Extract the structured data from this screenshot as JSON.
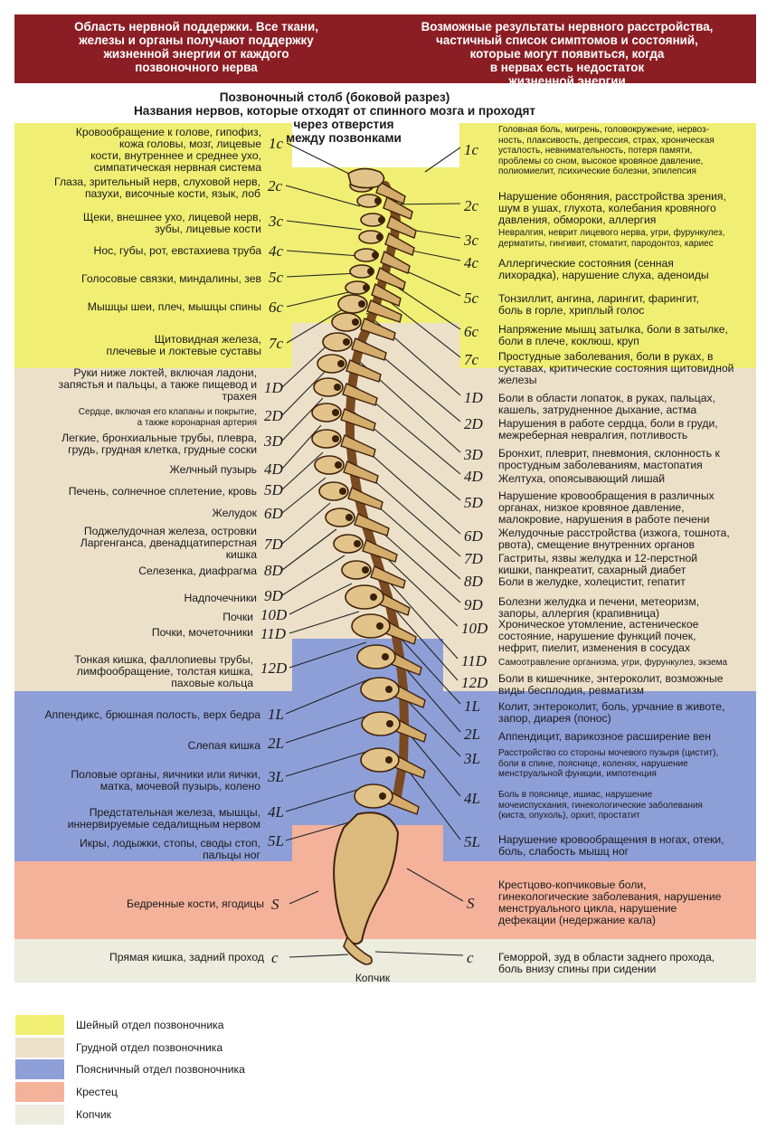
{
  "header": {
    "left_lines": [
      "Область нервной поддержки. Все ткани,",
      "железы и органы получают поддержку",
      "жизненной энергии от каждого",
      "позвоночного нерва"
    ],
    "right_lines": [
      "Возможные результаты нервного расстройства,",
      "частичный список симптомов и состояний,",
      "которые могут появиться, когда",
      "в нервах есть недостаток",
      "жизненной энергии"
    ]
  },
  "title": {
    "line1": "Позвоночный столб (боковой разрез)",
    "line2": "Названия нервов, которые отходят от спинного мозга и проходят",
    "line3": "через отверстия",
    "line4": "между позвонками"
  },
  "colors": {
    "header_bg": "#8b1e24",
    "cervical": "#f0ef73",
    "thoracic": "#ece0c9",
    "lumbar": "#8e9fd8",
    "sacrum": "#f4b29b",
    "coccyx": "#ececdf",
    "bone": "#d9b57a",
    "bone_dark": "#4a2a10"
  },
  "left_labels": [
    {
      "text": [
        "Кровообращение к голове, гипофиз,",
        "кожа головы, мозг, лицевые",
        "кости, внутреннее и среднее ухо,",
        "симпатическая нервная система"
      ],
      "code": "1c"
    },
    {
      "text": [
        "Глаза, зрительный нерв, слуховой нерв,",
        "пазухи, височные кости, язык, лоб"
      ],
      "code": "2c"
    },
    {
      "text": [
        "Щеки, внешнее ухо, лицевой нерв,",
        "зубы, лицевые кости"
      ],
      "code": "3c"
    },
    {
      "text": [
        "Нос, губы, рот, евстахиева труба"
      ],
      "code": "4c"
    },
    {
      "text": [
        "Голосовые связки, миндалины, зев"
      ],
      "code": "5c"
    },
    {
      "text": [
        "Мышцы шеи, плеч, мышцы спины"
      ],
      "code": "6c"
    },
    {
      "text": [
        "Щитовидная железа,",
        "плечевые и локтевые суставы"
      ],
      "code": "7c"
    },
    {
      "text": [
        "Руки ниже локтей, включая ладони,",
        "запястья и пальцы, а также пищевод и",
        "трахея"
      ],
      "code": "1D"
    },
    {
      "text": [
        "Сердце, включая его клапаны и покрытие,",
        "а также коронарная артерия"
      ],
      "code": "2D",
      "small": true
    },
    {
      "text": [
        "Легкие, бронхиальные трубы, плевра,",
        "грудь, грудная клетка, грудные соски"
      ],
      "code": "3D"
    },
    {
      "text": [
        "Желчный пузырь"
      ],
      "code": "4D"
    },
    {
      "text": [
        "Печень, солнечное сплетение, кровь"
      ],
      "code": "5D"
    },
    {
      "text": [
        "Желудок"
      ],
      "code": "6D"
    },
    {
      "text": [
        "Поджелудочная железа, островки",
        "Ларгенганса, двенадцатиперстная",
        "кишка"
      ],
      "code": "7D"
    },
    {
      "text": [
        "Селезенка, диафрагма"
      ],
      "code": "8D"
    },
    {
      "text": [
        "Надпочечники"
      ],
      "code": "9D"
    },
    {
      "text": [
        "Почки"
      ],
      "code": "10D"
    },
    {
      "text": [
        "Почки, мочеточники"
      ],
      "code": "11D"
    },
    {
      "text": [
        "Тонкая кишка, фаллопиевы трубы,",
        "лимфообращение, толстая кишка,",
        "паховые кольца"
      ],
      "code": "12D"
    },
    {
      "text": [
        "Аппендикс, брюшная полость, верх бедра"
      ],
      "code": "1L"
    },
    {
      "text": [
        "Слепая кишка"
      ],
      "code": "2L"
    },
    {
      "text": [
        "Половые органы, яичники или яички,",
        "матка, мочевой пузырь, колено"
      ],
      "code": "3L"
    },
    {
      "text": [
        "Предстательная железа, мышцы,",
        "иннервируемые седалищным нервом"
      ],
      "code": "4L"
    },
    {
      "text": [
        "Икры, лодыжки, стопы, своды стоп,",
        "пальцы ног"
      ],
      "code": "5L"
    },
    {
      "text": [
        "Бедренные кости, ягодицы"
      ],
      "code": "S"
    },
    {
      "text": [
        "Прямая кишка, задний проход"
      ],
      "code": "c"
    }
  ],
  "right_labels": [
    {
      "text": [
        "Головная боль, мигрень, головокружение, нервоз-",
        "ность, плаксивость, депрессия, страх, хроническая",
        "усталость, невнимательность, потеря памяти,",
        "проблемы со сном, высокое кровяное давление,",
        "полиомиелит, психические болезни, эпилепсия"
      ],
      "code": "1c",
      "small": true
    },
    {
      "text": [
        "Нарушение обоняния, расстройства зрения,",
        "шум в ушах, глухота, колебания кровяного",
        "давления, обмороки, аллергия"
      ],
      "code": "2c"
    },
    {
      "text": [
        "Невралгия, неврит лицевого нерва, угри, фурункулез,",
        "дерматиты, гингивит, стоматит, пародонтоз, кариес"
      ],
      "code": "3c",
      "small": true
    },
    {
      "text": [
        "Аллергические состояния (сенная",
        "лихорадка), нарушение слуха, аденоиды"
      ],
      "code": "4c"
    },
    {
      "text": [
        "Тонзиллит, ангина, ларингит, фарингит,",
        "боль в горле, хриплый голос"
      ],
      "code": "5c"
    },
    {
      "text": [
        "Напряжение мышц затылка, боли в затылке,",
        "боли в плече, коклюш, круп"
      ],
      "code": "6c"
    },
    {
      "text": [
        "Простудные заболевания, боли в руках, в",
        "суставах, критические состояния щитовидной",
        "железы"
      ],
      "code": "7c"
    },
    {
      "text": [
        "Боли в области лопаток, в руках, пальцах,",
        "кашель, затрудненное дыхание, астма"
      ],
      "code": "1D"
    },
    {
      "text": [
        "Нарушения в работе сердца, боли в груди,",
        "межреберная невралгия, потливость"
      ],
      "code": "2D"
    },
    {
      "text": [
        "Бронхит, плеврит, пневмония, склонность к",
        "простудным заболеваниям, мастопатия"
      ],
      "code": "3D"
    },
    {
      "text": [
        "Желтуха, опоясывающий лишай"
      ],
      "code": "4D"
    },
    {
      "text": [
        "Нарушение кровообращения в различных",
        "органах, низкое кровяное давление,",
        "малокровие, нарушения в работе печени"
      ],
      "code": "5D"
    },
    {
      "text": [
        "Желудочные расстройства (изжога, тошнота,",
        "рвота), смещение внутренних органов"
      ],
      "code": "6D"
    },
    {
      "text": [
        "Гастриты, язвы желудка и 12-перстной",
        "кишки, панкреатит, сахарный диабет"
      ],
      "code": "7D"
    },
    {
      "text": [
        "Боли в желудке, холецистит, гепатит"
      ],
      "code": "8D"
    },
    {
      "text": [
        "Болезни желудка и печени, метеоризм,",
        "запоры, аллергия (крапивница)"
      ],
      "code": "9D"
    },
    {
      "text": [
        "Хроническое утомление, астеническое",
        "состояние, нарушение функций почек,",
        "нефрит, пиелит, изменения в сосудах"
      ],
      "code": "10D"
    },
    {
      "text": [
        "Самоотравление организма, угри, фурункулез, экзема"
      ],
      "code": "11D",
      "small": true
    },
    {
      "text": [
        "Боли в кишечнике, энтероколит, возможные",
        "виды бесплодия, ревматизм"
      ],
      "code": "12D"
    },
    {
      "text": [
        "Колит, энтероколит, боль, урчание в животе,",
        "запор, диарея (понос)"
      ],
      "code": "1L"
    },
    {
      "text": [
        "Аппендицит, варикозное расширение вен"
      ],
      "code": "2L"
    },
    {
      "text": [
        "Расстройство со стороны мочевого пузыря (цистит),",
        "боли в спине, пояснице, коленях, нарушение",
        "менструальной функции, импотенция"
      ],
      "code": "3L",
      "small": true
    },
    {
      "text": [
        "Боль в пояснице, ишиас, нарушение",
        "мочеиспускания, гинекологические заболевания",
        "(киста, опухоль), орхит, простатит"
      ],
      "code": "4L",
      "small": true
    },
    {
      "text": [
        "Нарушение кровообращения в ногах, отеки,",
        "боль, слабость мышц ног"
      ],
      "code": "5L"
    },
    {
      "text": [
        "Крестцово-копчиковые боли,",
        "гинекологические заболевания, нарушение",
        "менструального цикла, нарушение",
        "дефекации (недержание кала)"
      ],
      "code": "S"
    },
    {
      "text": [
        "Геморрой, зуд в области заднего прохода,",
        "боль внизу спины при сидении"
      ],
      "code": "c"
    }
  ],
  "coccyx_label": "Копчик",
  "legend": [
    {
      "label": "Шейный отдел позвоночника",
      "color": "#f0ef73"
    },
    {
      "label": "Грудной отдел позвоночника",
      "color": "#ece0c9"
    },
    {
      "label": "Поясничный отдел позвоночника",
      "color": "#8e9fd8"
    },
    {
      "label": "Крестец",
      "color": "#f4b29b"
    },
    {
      "label": "Копчик",
      "color": "#ececdf"
    }
  ]
}
